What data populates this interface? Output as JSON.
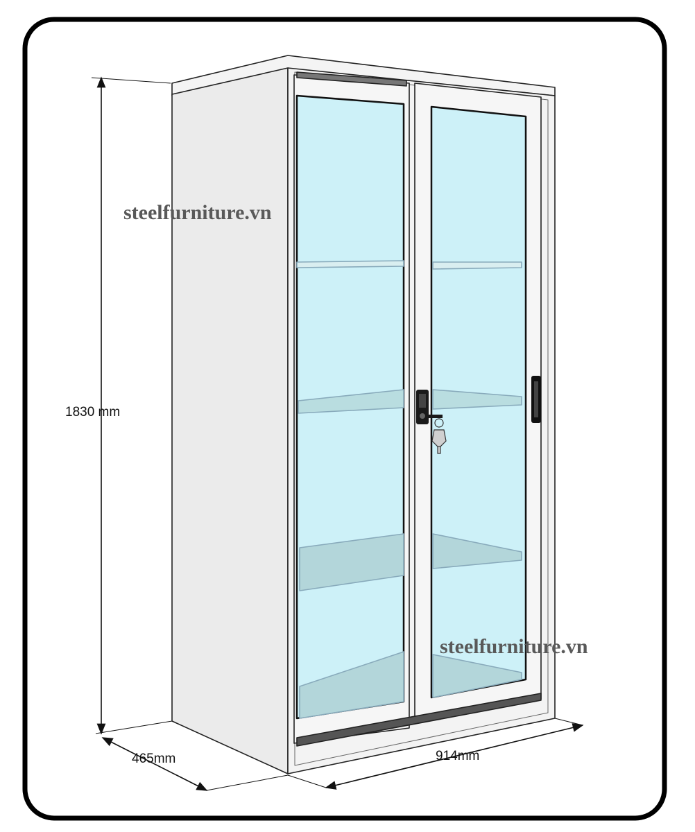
{
  "watermarks": {
    "top": "steelfurniture.vn",
    "bottom": "steelfurniture.vn"
  },
  "dimensions": {
    "height": "1830 mm",
    "depth": "465mm",
    "width": "914mm"
  },
  "colors": {
    "frame": "#000000",
    "cabinet_body": "#f2f2f2",
    "side_panel": "#e9e9e9",
    "glass": "#cdf1f8",
    "shelf": "#b5dadd",
    "watermark": "#595959"
  },
  "icons": [
    "lock-icon",
    "key-icon",
    "door-handle-icon"
  ]
}
